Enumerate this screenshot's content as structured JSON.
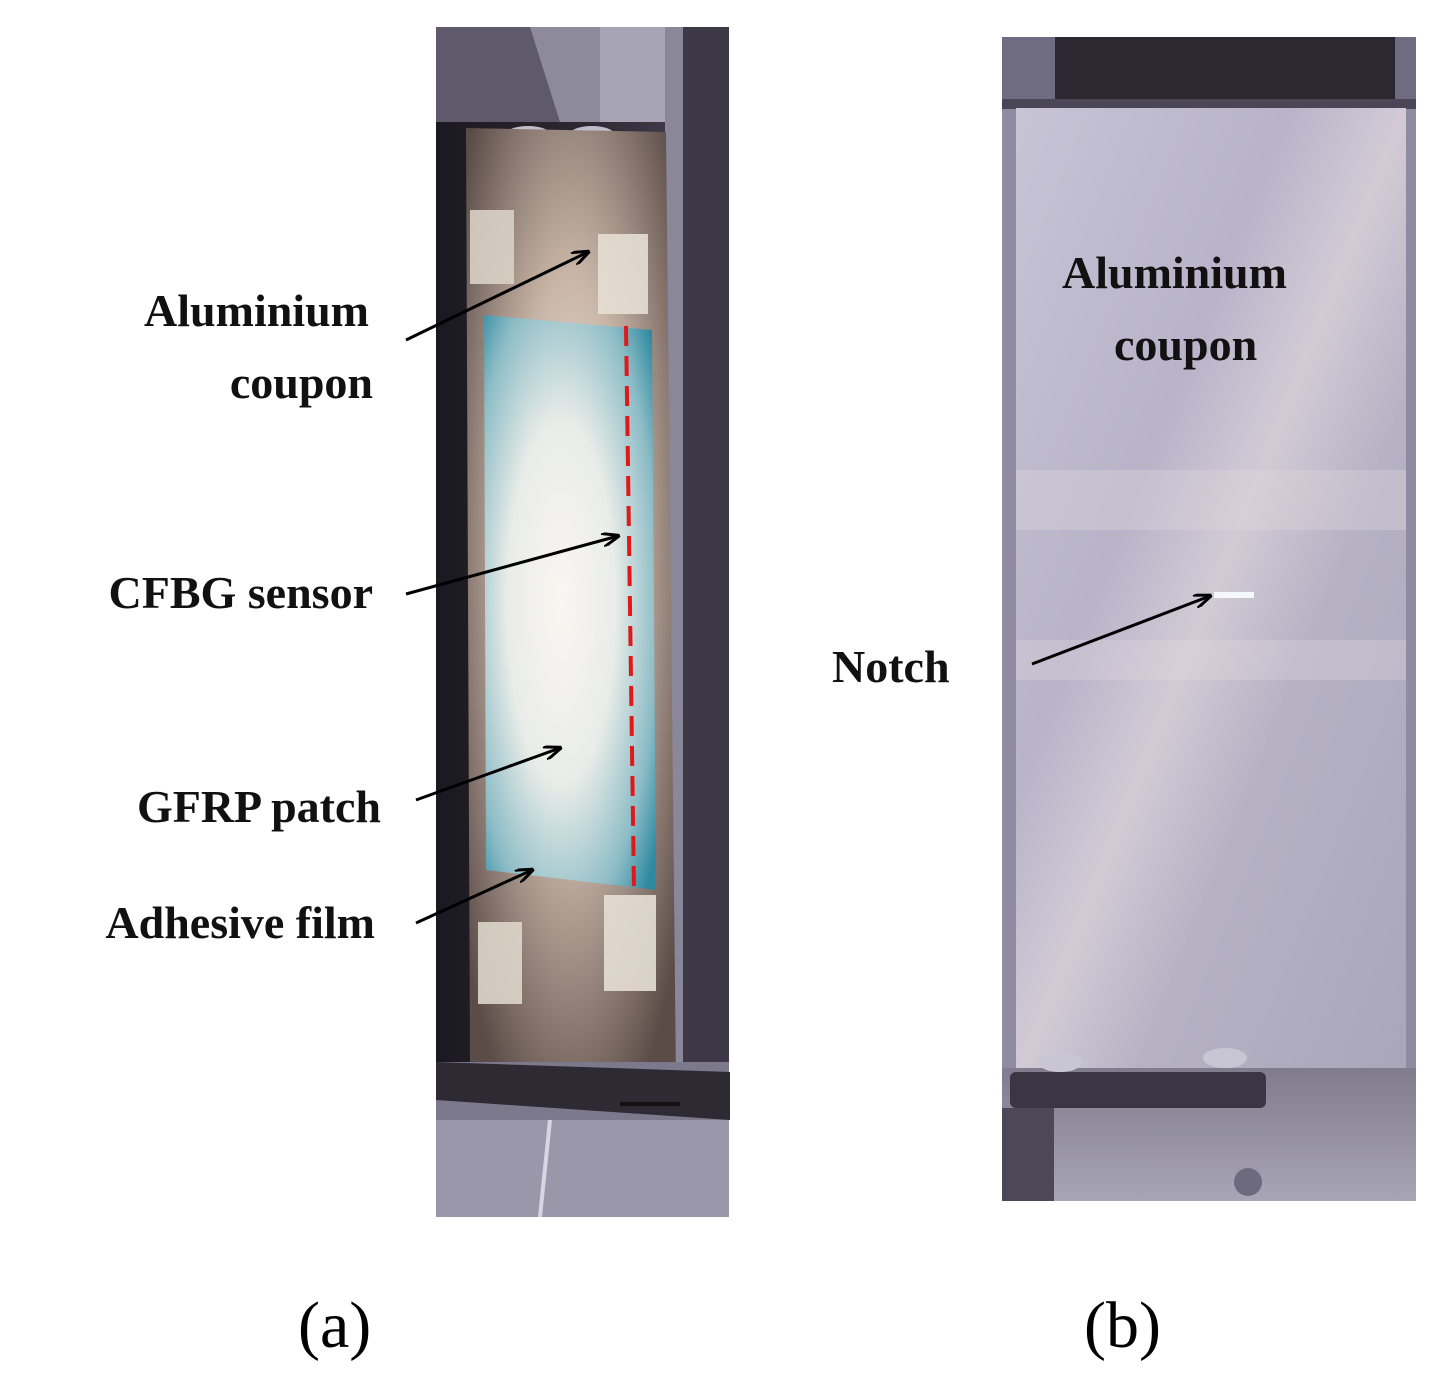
{
  "figure": {
    "panel_a": {
      "caption": "(a)",
      "labels": {
        "aluminium_line1": "Aluminium",
        "aluminium_line2": "coupon",
        "cfbg": "CFBG sensor",
        "gfrp": "GFRP patch",
        "adhesive": "Adhesive  film"
      }
    },
    "panel_b": {
      "caption": "(b)",
      "labels": {
        "aluminium_line1": "Aluminium",
        "aluminium_line2": "coupon",
        "notch": "Notch"
      }
    },
    "colors": {
      "sensor_line": "#e01818",
      "patch": "#3d8fa6",
      "aluminium": "#b9b6cc",
      "fixture_dark": "#2a2630"
    }
  }
}
